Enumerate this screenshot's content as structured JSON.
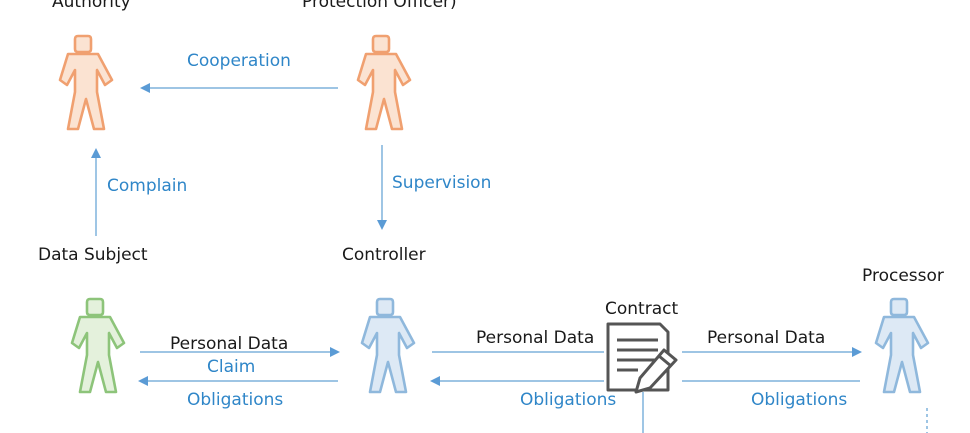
{
  "roles": {
    "authority": "Authority",
    "dpo": "Protection Officer)",
    "data_subject": "Data Subject",
    "controller": "Controller",
    "processor": "Processor",
    "contract": "Contract"
  },
  "flows": {
    "cooperation": "Cooperation",
    "complain": "Complain",
    "supervision": "Supervision",
    "personal_data_1": "Personal Data",
    "claim": "Claim",
    "obligations_1": "Obligations",
    "personal_data_2": "Personal Data",
    "obligations_2": "Obligations",
    "personal_data_3": "Personal Data",
    "obligations_3": "Obligations"
  },
  "colors": {
    "orange": "#f0a070",
    "green": "#8dc47a",
    "blue_person": "#8fb8dc",
    "arrow": "#7fb2dc",
    "label_blue": "#2f86c8"
  },
  "icons": {
    "person": "person-figure-icon",
    "contract": "contract-document-icon"
  }
}
